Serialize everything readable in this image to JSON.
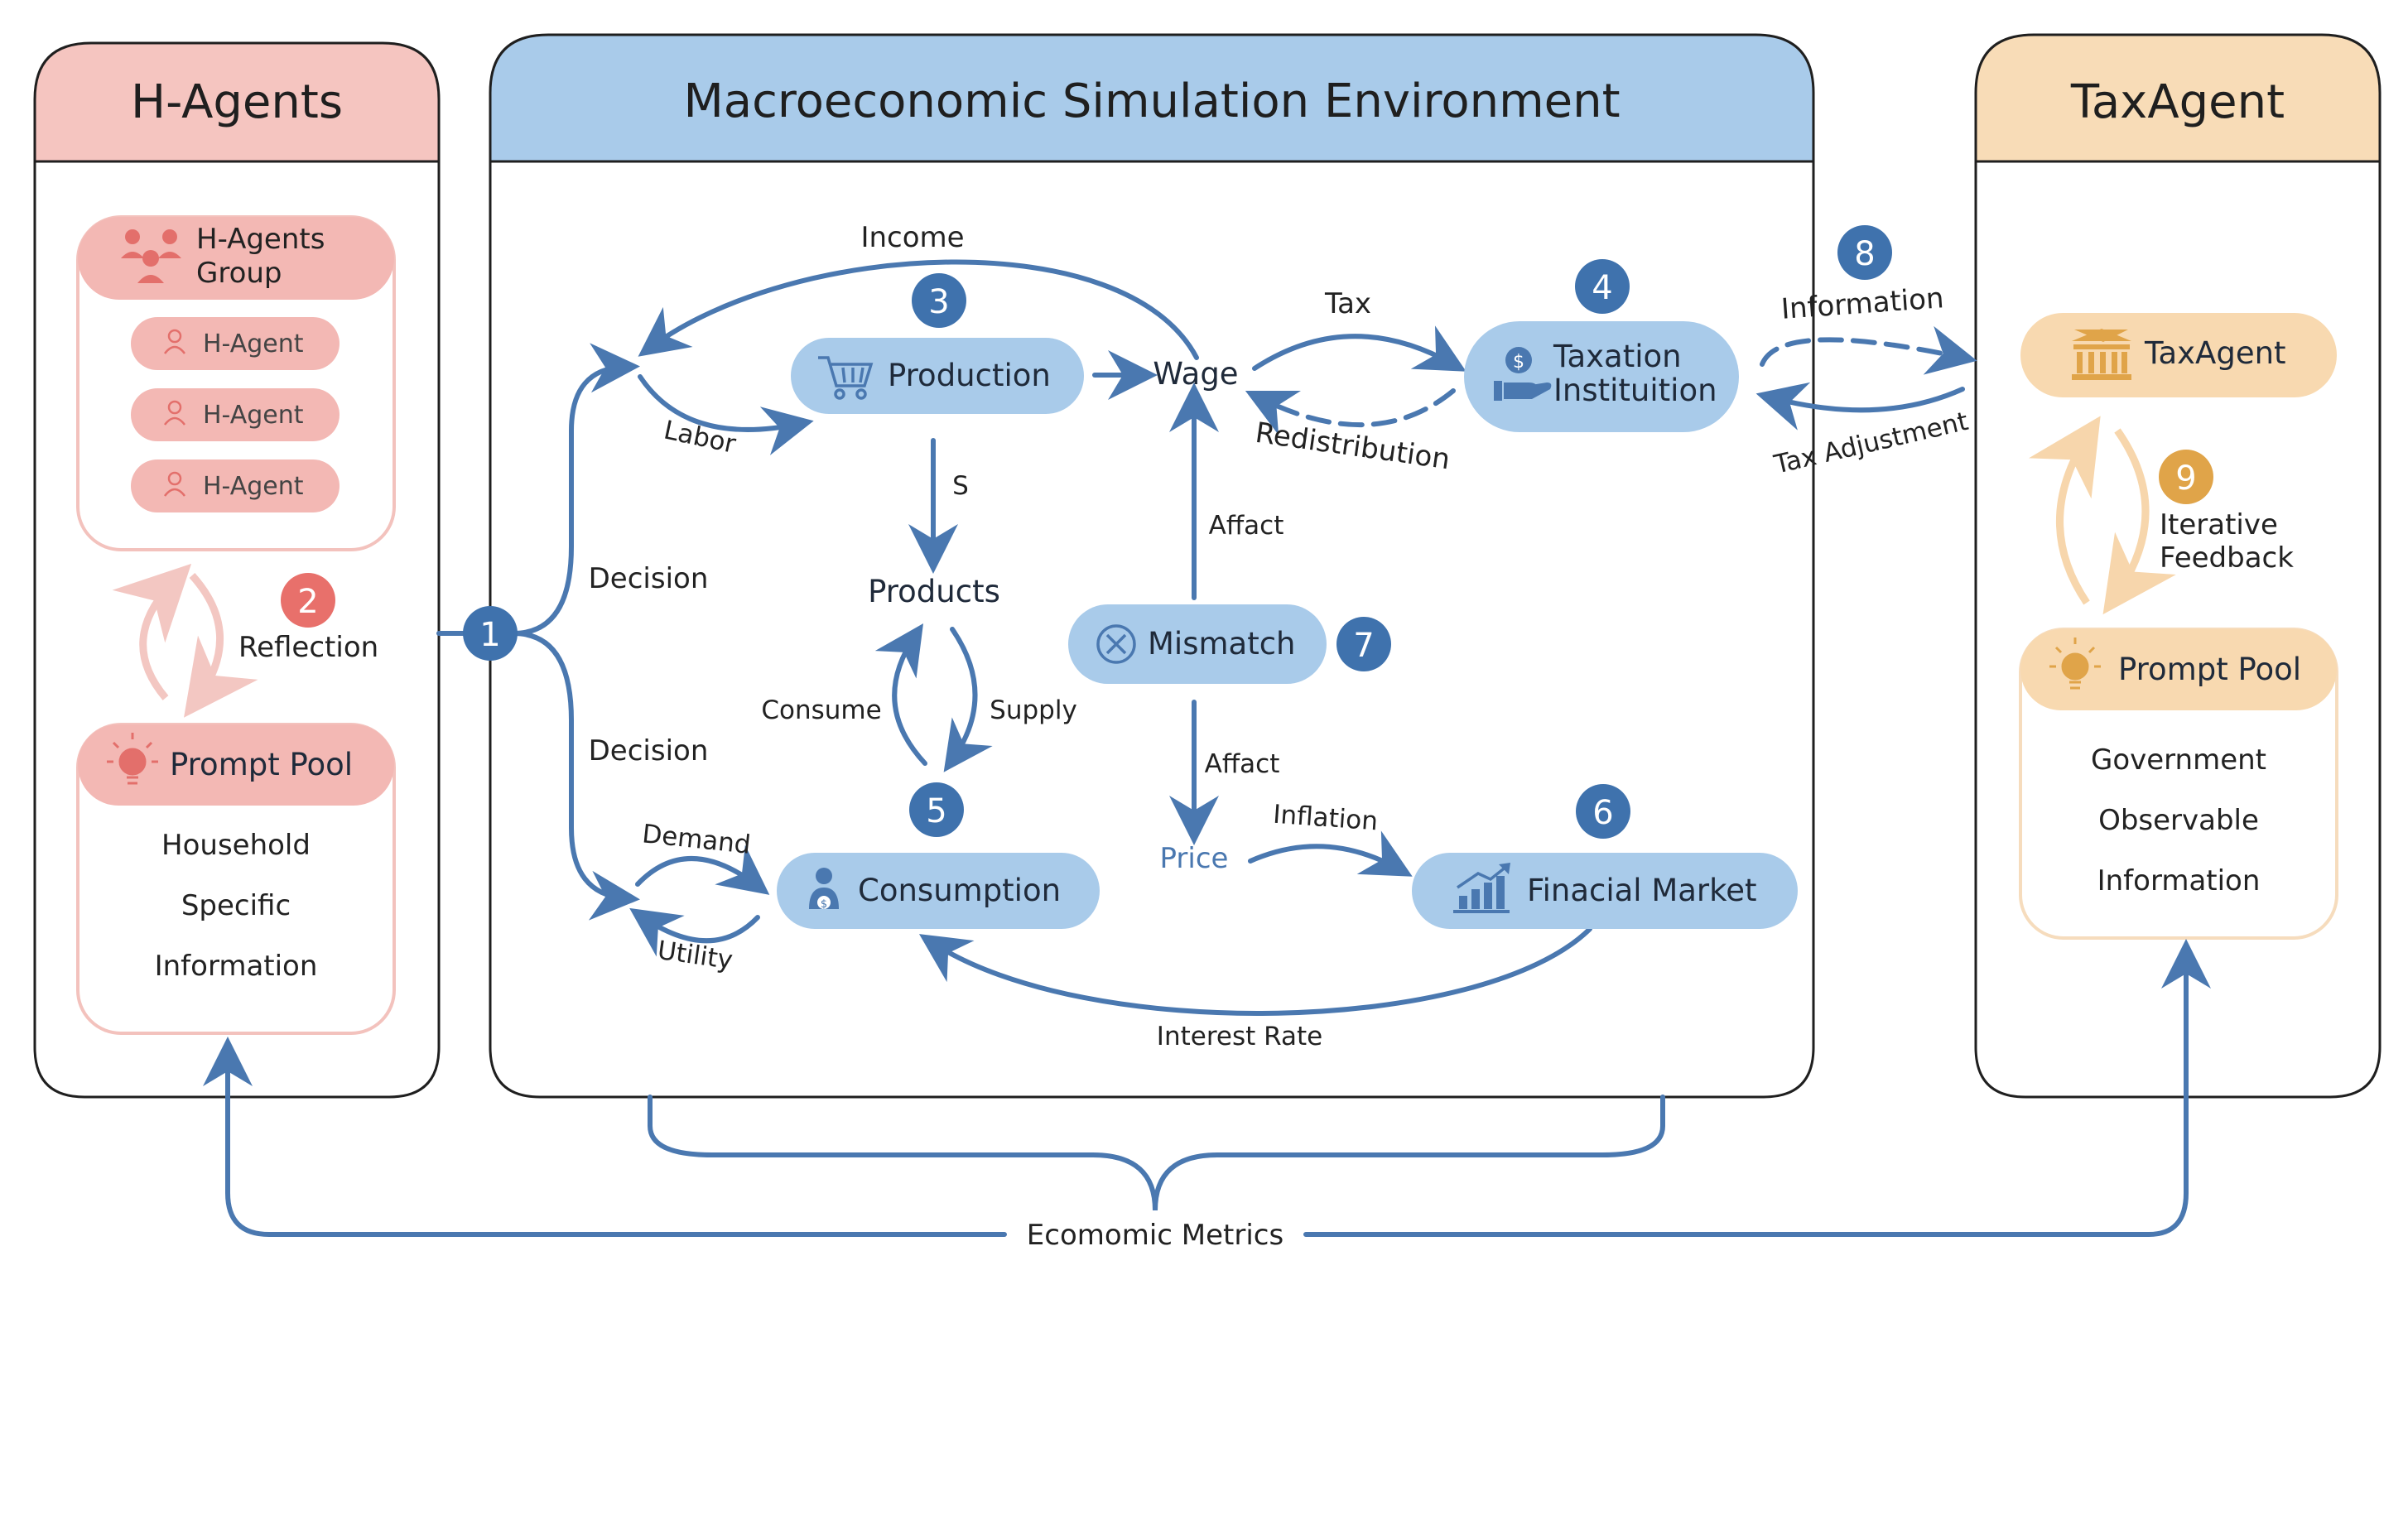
{
  "colors": {
    "blue": "#4a78b0",
    "blue_light": "#a9cbea",
    "node_fill": "#a9cbea",
    "pink_header": "#f5c5c0",
    "pink_node": "#f3b8b4",
    "pink_border": "#f3c2bd",
    "pink_icon": "#e36f6b",
    "orange_header": "#f8dcb7",
    "orange_node": "#f8d9b0",
    "orange_border": "#f6dcbd",
    "orange_icon": "#e0a449",
    "badge_blue": "#3f72ad",
    "badge_red": "#e8706b",
    "badge_orange": "#e0a449"
  },
  "panels": {
    "left": {
      "title": "H-Agents",
      "group": {
        "title_line1": "H-Agents",
        "title_line2": "Group",
        "icon": "people-group-icon"
      },
      "agents": [
        "H-Agent",
        "H-Agent",
        "H-Agent"
      ],
      "agent_icon": "person-icon",
      "reflection": {
        "badge": "2",
        "label": "Reflection"
      },
      "prompt_pool": {
        "title": "Prompt Pool",
        "icon": "lightbulb-icon",
        "lines": [
          "Household",
          "Specific",
          "Information"
        ]
      }
    },
    "center": {
      "title": "Macroeconomic Simulation Environment"
    },
    "right": {
      "title": "TaxAgent",
      "agent": {
        "label": "TaxAgent",
        "icon": "government-building-icon"
      },
      "feedback": {
        "badge": "9",
        "line1": "Iterative",
        "line2": "Feedback"
      },
      "prompt_pool": {
        "title": "Prompt Pool",
        "icon": "lightbulb-icon",
        "lines": [
          "Government",
          "Observable",
          "Information"
        ]
      }
    }
  },
  "nodes": {
    "production": {
      "label": "Production",
      "badge": "3",
      "icon": "shopping-cart-icon"
    },
    "taxation": {
      "line1": "Taxation",
      "line2": "Instituition",
      "badge": "4",
      "icon": "money-hand-icon"
    },
    "consumption": {
      "label": "Consumption",
      "badge": "5",
      "icon": "person-money-icon"
    },
    "market": {
      "label": "Finacial Market",
      "badge": "6",
      "icon": "bar-chart-growth-icon"
    },
    "mismatch": {
      "label": "Mismatch",
      "badge": "7",
      "icon": "circle-x-icon"
    }
  },
  "labels": {
    "decision_badge": "1",
    "information_badge": "8",
    "income": "Income",
    "labor": "Labor",
    "wage": "Wage",
    "tax": "Tax",
    "redistribution": "Redistribution",
    "information": "Information",
    "tax_adjustment": "Tax Adjustment",
    "s": "S",
    "products": "Products",
    "decision_top": "Decision",
    "decision_bottom": "Decision",
    "consume": "Consume",
    "supply": "Supply",
    "affact_top": "Affact",
    "affact_bottom": "Affact",
    "price": "Price",
    "inflation": "Inflation",
    "demand": "Demand",
    "utility": "Utility",
    "interest_rate": "Interest Rate",
    "metrics": "Ecomomic Metrics"
  }
}
